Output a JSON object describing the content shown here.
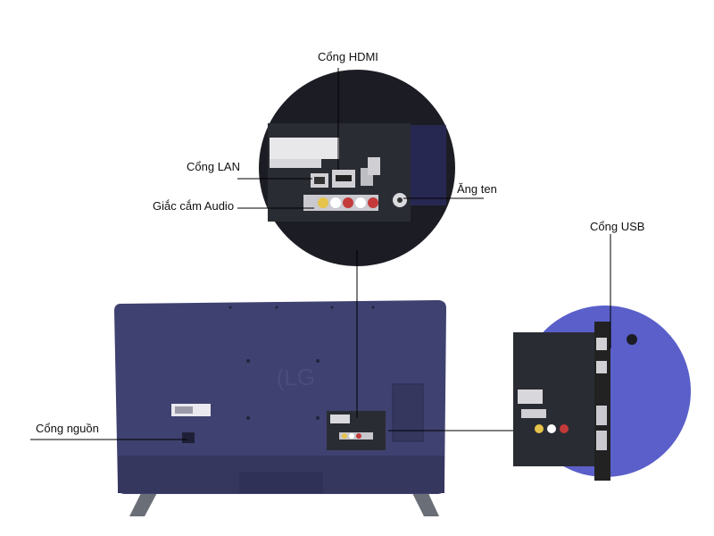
{
  "labels": {
    "hdmi": "Cổng HDMI",
    "lan": "Cổng LAN",
    "audio": "Giắc cắm Audio",
    "antenna": "Ăng ten",
    "usb": "Cổng USB",
    "power": "Cổng nguồn"
  },
  "colors": {
    "tv_body": "#3f4170",
    "tv_body_dark": "#2e3058",
    "zoom_bg": "#1c1d24",
    "panel": "#2a2c33",
    "usb_zoom_bg": "#5a5fc9",
    "line": "#000000"
  },
  "icons": [
    "tv-back-image",
    "hdmi-port-icon",
    "lan-port-icon",
    "audio-jacks-icon",
    "antenna-port-icon",
    "usb-port-icon",
    "power-port-icon"
  ]
}
